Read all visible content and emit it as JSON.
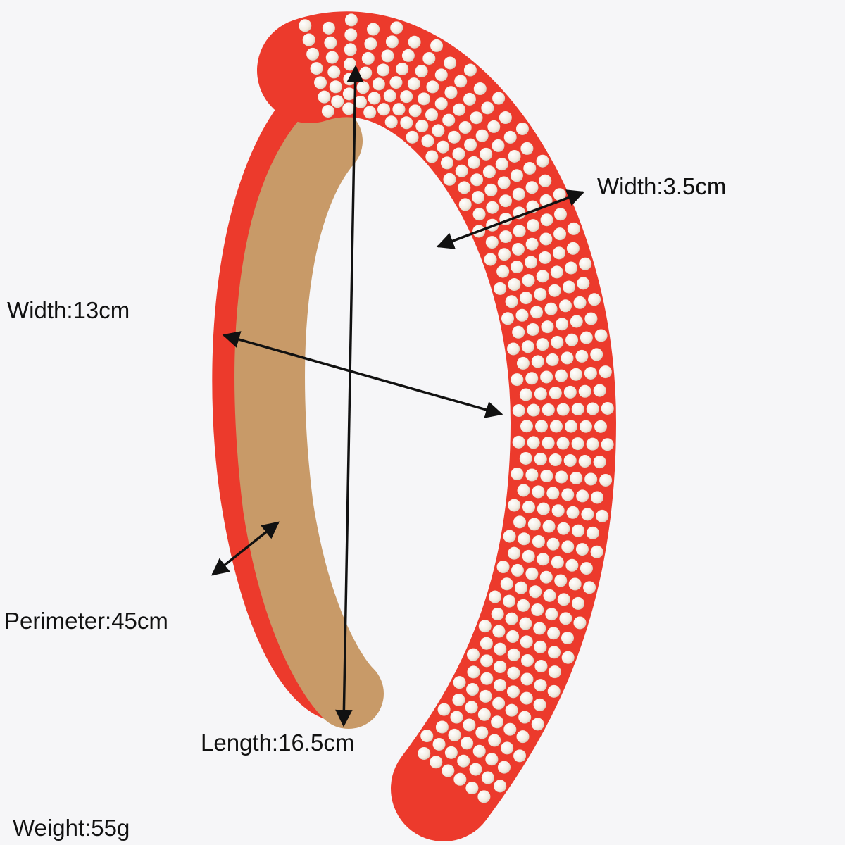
{
  "labels": {
    "width_band": "Width:3.5cm",
    "width_total": "Width:13cm",
    "perimeter": "Perimeter:45cm",
    "length": "Length:16.5cm",
    "weight": "Weight:55g"
  },
  "colors": {
    "background": "#f6f6f8",
    "band_red": "#ec3a2c",
    "lining_tan": "#c89a68",
    "pearl": "#fbf7f0",
    "arrow": "#111111"
  }
}
